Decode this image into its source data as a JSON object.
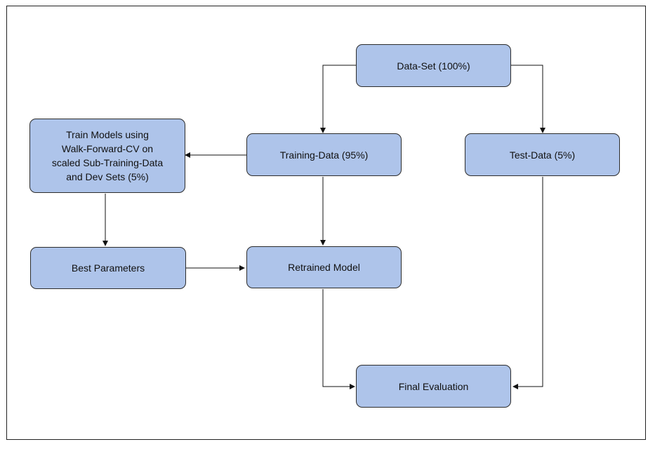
{
  "diagram": {
    "nodes": {
      "dataset": {
        "label": "Data-Set (100%)"
      },
      "training": {
        "label": "Training-Data (95%)"
      },
      "test": {
        "label": "Test-Data (5%)"
      },
      "train_models": {
        "lines": [
          "Train Models using",
          "Walk-Forward-CV on",
          "scaled Sub-Training-Data",
          "and Dev Sets (5%)"
        ]
      },
      "best_params": {
        "label": "Best Parameters"
      },
      "retrained": {
        "label": "Retrained Model"
      },
      "final_eval": {
        "label": "Final Evaluation"
      }
    },
    "colors": {
      "box_fill": "#aec4ea",
      "box_border": "#2c2c2c",
      "line": "#111111"
    }
  }
}
